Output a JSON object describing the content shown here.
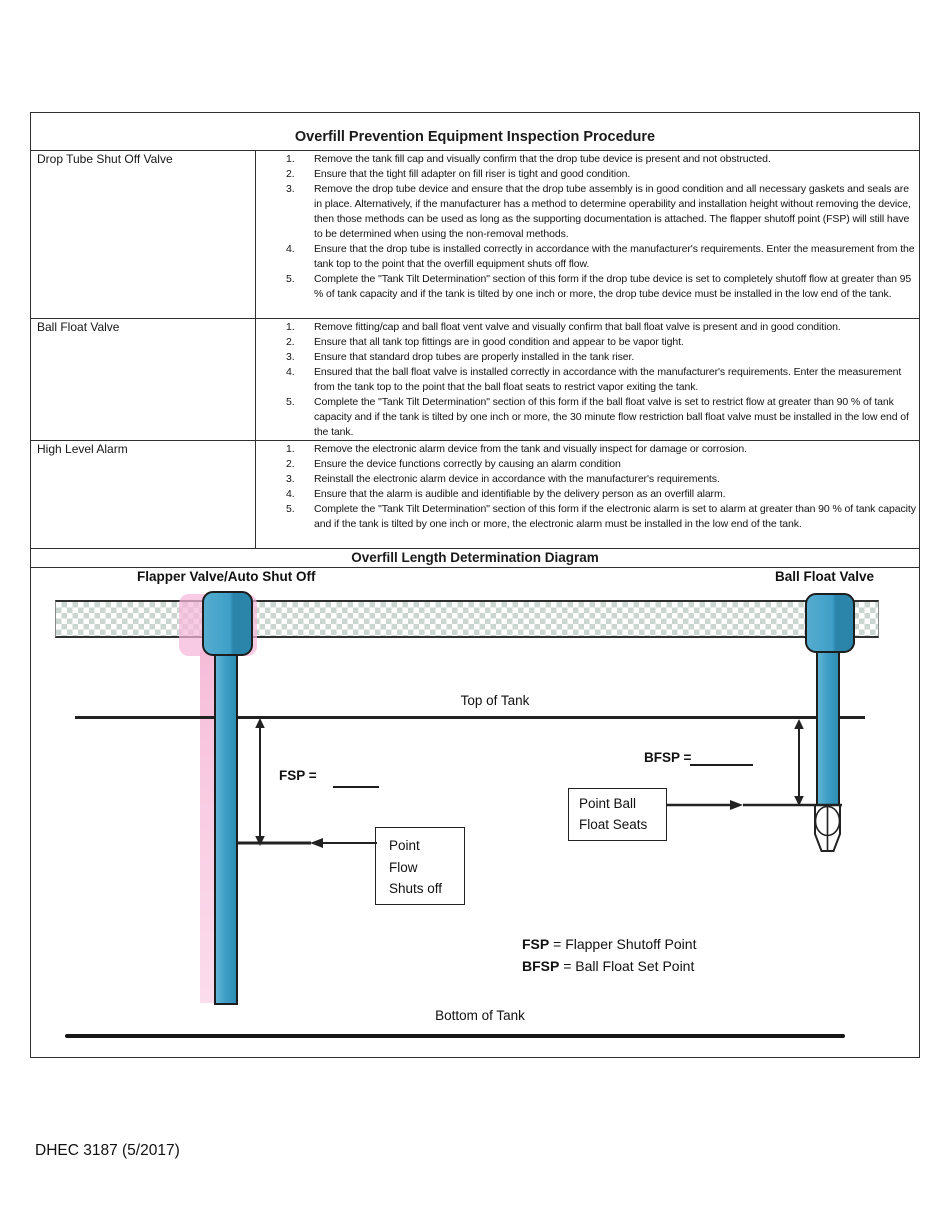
{
  "form": {
    "table_title": "Overfill Prevention Equipment Inspection Procedure",
    "rows": [
      {
        "label": "Drop Tube Shut Off Valve",
        "steps": [
          "Remove the tank fill cap and visually confirm that the drop tube device is present and not obstructed.",
          "Ensure that the tight fill adapter on fill riser is tight and good condition.",
          "Remove the drop tube device and ensure that the drop tube assembly is in good condition and all necessary gaskets and seals are in place. Alternatively, if the manufacturer has a method to determine operability and installation height without removing the device, then those methods can be used as long as the supporting documentation is attached. The flapper shutoff point (FSP) will still have to be determined when using the non-removal methods.",
          "Ensure that the drop tube is installed correctly in accordance with the manufacturer's requirements. Enter the measurement from the tank top to the point that the overfill equipment shuts off flow.",
          "Complete the \"Tank Tilt Determination\" section of this form if the drop tube device is set to completely shutoff flow at greater than 95 % of tank capacity and if the tank is tilted by one inch or more, the drop tube device must be installed in the low end of the tank."
        ]
      },
      {
        "label": "Ball Float Valve",
        "steps": [
          "Remove fitting/cap and ball float vent valve and visually confirm that ball float valve is present and in good condition.",
          "Ensure that all tank top fittings are in good condition and appear to be vapor tight.",
          "Ensure that standard drop tubes are properly installed in the tank riser.",
          "Ensured that the ball float valve is installed correctly in accordance with the manufacturer's requirements. Enter the measurement from the tank top to the point that the ball float seats to restrict vapor exiting the tank.",
          "Complete the \"Tank Tilt Determination\" section of this form if the ball float valve is set to restrict flow at greater than 90 % of tank capacity and if the tank is tilted by one inch or more, the 30 minute flow restriction ball float valve must be installed in the low end of the tank."
        ]
      },
      {
        "label": "High Level Alarm",
        "steps": [
          "Remove the electronic alarm device from the tank and visually inspect for damage or corrosion.",
          "Ensure the device functions correctly by causing an alarm condition",
          "Reinstall the electronic alarm device in accordance with the manufacturer's requirements.",
          "Ensure that the alarm is audible and identifiable by the delivery person as an overfill alarm.",
          "Complete the \"Tank Tilt Determination\" section of this form if the electronic alarm is set to alarm at greater than 90 % of tank capacity and if the tank is tilted by one inch or more, the electronic alarm must be installed in the low end of the tank."
        ]
      }
    ],
    "diagram_title": "Overfill Length Determination Diagram"
  },
  "diagram": {
    "flapper_label": "Flapper Valve/Auto Shut Off",
    "ball_float_label": "Ball Float Valve",
    "top_of_tank": "Top of Tank",
    "bottom_of_tank": "Bottom of Tank",
    "fsp_field": "FSP =",
    "bfsp_field": "BFSP =",
    "point_flow_box": [
      "Point",
      "Flow",
      "Shuts off"
    ],
    "point_ball_box": [
      "Point Ball",
      "Float Seats"
    ],
    "legend": [
      {
        "abbr": "FSP",
        "text": "= Flapper Shutoff Point"
      },
      {
        "abbr": "BFSP",
        "text": "= Ball Float Set Point"
      }
    ],
    "colors": {
      "pipe_blue": "#3f9fc7",
      "pipe_blue_dark": "#2b85ab",
      "highlight_pink": "#f6bcd8",
      "checker_gray": "#ccd6d1",
      "line_black": "#222222"
    }
  },
  "footer": {
    "form_number": "DHEC 3187 (5/2017)"
  }
}
